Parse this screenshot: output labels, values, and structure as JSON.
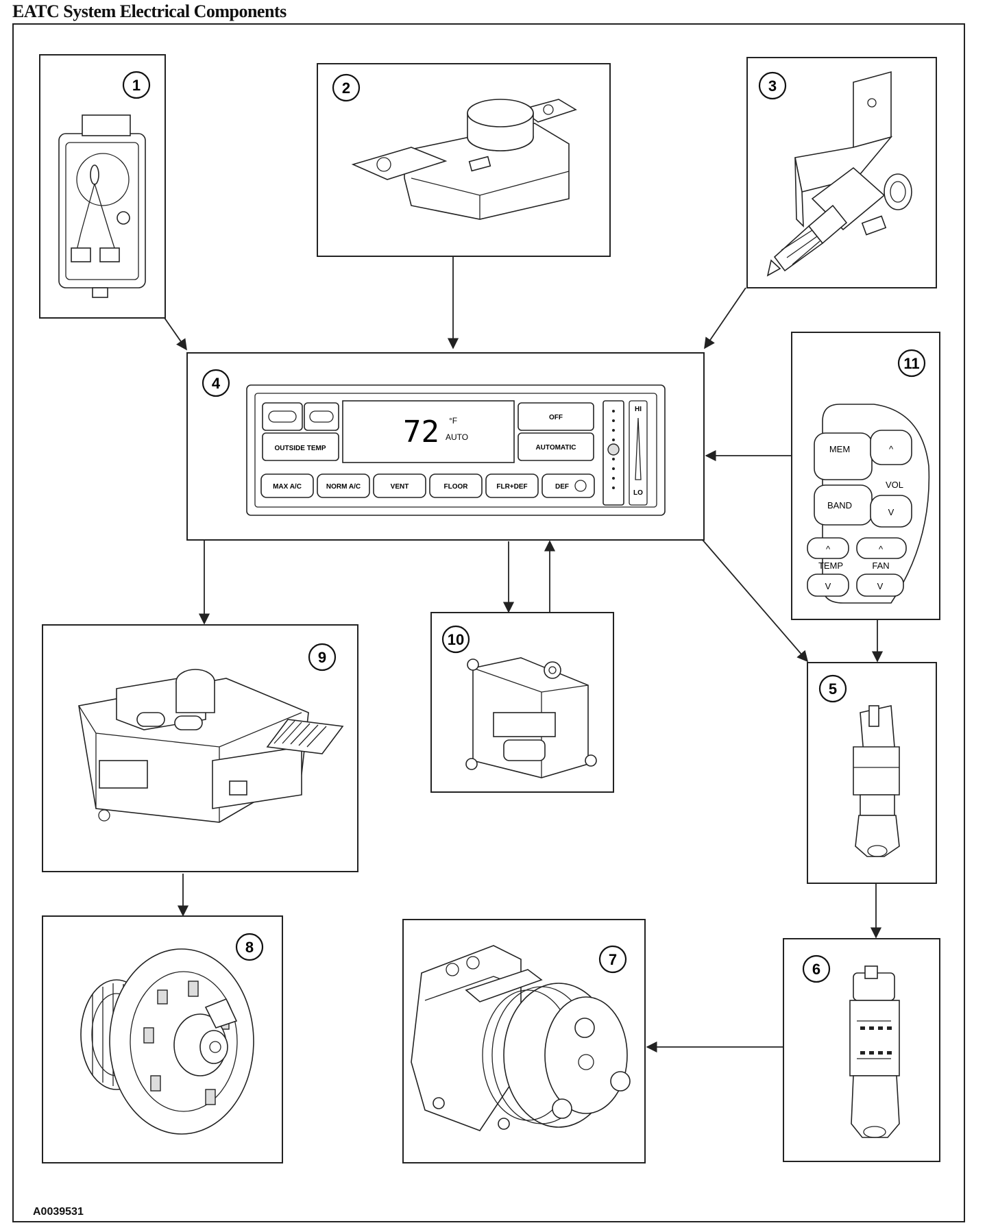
{
  "title": "EATC System Electrical Components",
  "figure_id": "A0039531",
  "components": [
    {
      "number": "1"
    },
    {
      "number": "2"
    },
    {
      "number": "3"
    },
    {
      "number": "4"
    },
    {
      "number": "5"
    },
    {
      "number": "6"
    },
    {
      "number": "7"
    },
    {
      "number": "8"
    },
    {
      "number": "9"
    },
    {
      "number": "10"
    },
    {
      "number": "11"
    }
  ],
  "control_panel": {
    "display_temp": "72",
    "display_unit": "°F",
    "display_mode": "AUTO",
    "outside_temp_label": "OUTSIDE TEMP",
    "off_label": "OFF",
    "automatic_label": "AUTOMATIC",
    "buttons": [
      "MAX A/C",
      "NORM A/C",
      "VENT",
      "FLOOR",
      "FLR+DEF",
      "DEF"
    ],
    "fan_hi": "HI",
    "fan_lo": "LO"
  },
  "steering_controls": {
    "mem": "MEM",
    "band": "BAND",
    "vol": "VOL",
    "temp": "TEMP",
    "fan": "FAN",
    "up": "^",
    "down": "V"
  },
  "colors": {
    "line": "#222222",
    "background": "#ffffff"
  }
}
